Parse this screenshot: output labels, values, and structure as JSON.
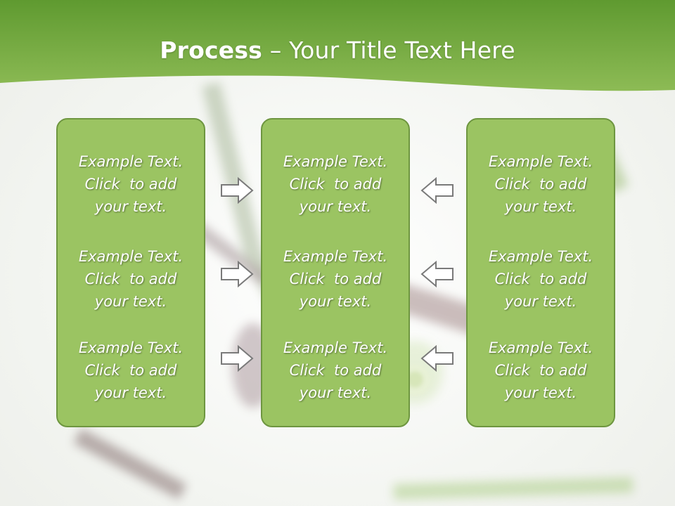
{
  "slide": {
    "title_bold": "Process",
    "title_rest": " – Your Title Text Here",
    "accent_color": "#7aaa3e",
    "box_color": "#9bc462"
  },
  "columns": [
    {
      "blocks": [
        {
          "line1": "Example Text.",
          "line2": "Click  to add",
          "line3": "your text."
        },
        {
          "line1": "Example Text.",
          "line2": "Click  to add",
          "line3": "your text."
        },
        {
          "line1": "Example Text.",
          "line2": "Click  to add",
          "line3": "your text."
        }
      ]
    },
    {
      "blocks": [
        {
          "line1": "Example Text.",
          "line2": "Click  to add",
          "line3": "your text."
        },
        {
          "line1": "Example Text.",
          "line2": "Click  to add",
          "line3": "your text."
        },
        {
          "line1": "Example Text.",
          "line2": "Click  to add",
          "line3": "your text."
        }
      ]
    },
    {
      "blocks": [
        {
          "line1": "Example Text.",
          "line2": "Click  to add",
          "line3": "your text."
        },
        {
          "line1": "Example Text.",
          "line2": "Click  to add",
          "line3": "your text."
        },
        {
          "line1": "Example Text.",
          "line2": "Click  to add",
          "line3": "your text."
        }
      ]
    }
  ],
  "arrows": {
    "left_group": [
      "arrow-right-icon",
      "arrow-right-icon",
      "arrow-right-icon"
    ],
    "right_group": [
      "arrow-left-icon",
      "arrow-left-icon",
      "arrow-left-icon"
    ]
  }
}
